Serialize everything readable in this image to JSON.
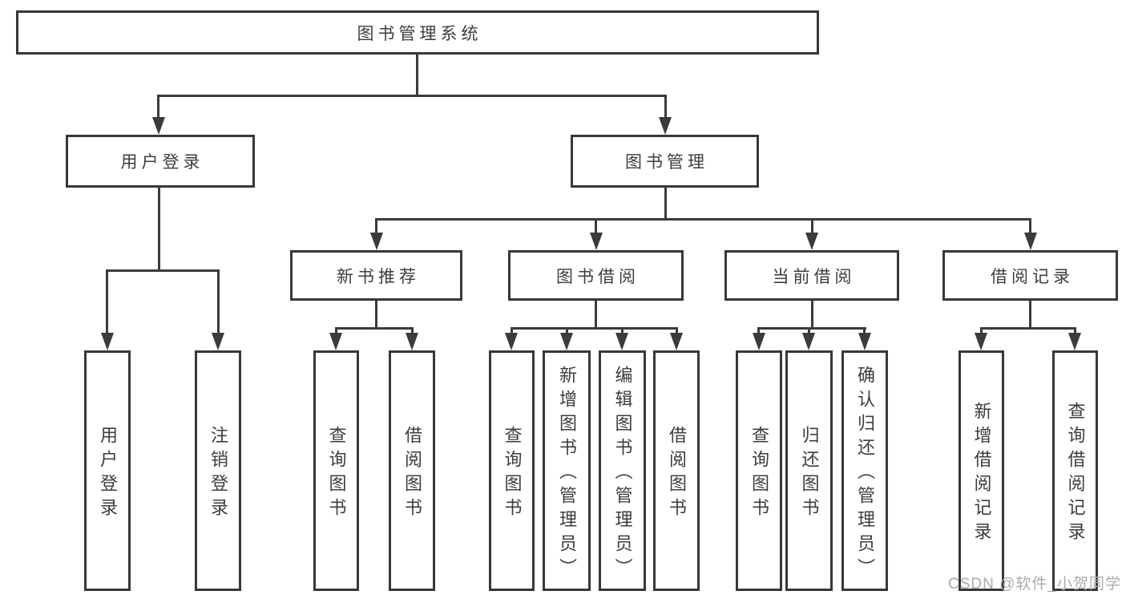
{
  "root": {
    "label": "图书管理系统"
  },
  "level2": [
    {
      "label": "用户登录"
    },
    {
      "label": "图书管理"
    }
  ],
  "level3": [
    {
      "label": "新书推荐"
    },
    {
      "label": "图书借阅"
    },
    {
      "label": "当前借阅"
    },
    {
      "label": "借阅记录"
    }
  ],
  "leaves": [
    {
      "label": "用户登录"
    },
    {
      "label": "注销登录"
    },
    {
      "label": "查询图书"
    },
    {
      "label": "借阅图书"
    },
    {
      "label": "查询图书"
    },
    {
      "label": "新增图书（管理员）"
    },
    {
      "label": "编辑图书（管理员）"
    },
    {
      "label": "借阅图书"
    },
    {
      "label": "查询图书"
    },
    {
      "label": "归还图书"
    },
    {
      "label": "确认归还（管理员）"
    },
    {
      "label": "新增借阅记录"
    },
    {
      "label": "查询借阅记录"
    }
  ],
  "watermark": {
    "label": "CSDN @软件_小贺同学"
  },
  "colors": {
    "line": "#3b3b3b",
    "border": "#383838",
    "text": "#3d3d3d",
    "watermark": "#ababab",
    "background": "#ffffff"
  }
}
